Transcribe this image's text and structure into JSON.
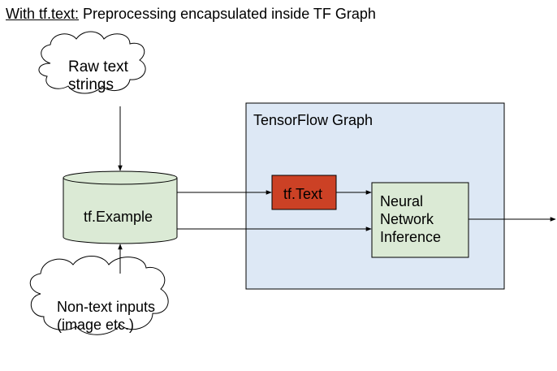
{
  "title": {
    "prefix": "With tf.text:",
    "rest": " Preprocessing encapsulated inside TF Graph"
  },
  "nodes": {
    "raw_text": "Raw text\nstrings",
    "example": "tf.Example",
    "non_text": "Non-text inputs\n(image etc.)",
    "graph_label": "TensorFlow Graph",
    "tf_text": "tf.Text",
    "nn": "Neural\nNetwork\nInference"
  },
  "colors": {
    "graph_fill": "#dde8f5",
    "green_fill": "#dbead5",
    "red_fill": "#cc4125",
    "stroke": "#000000",
    "cloud_fill": "#ffffff"
  }
}
